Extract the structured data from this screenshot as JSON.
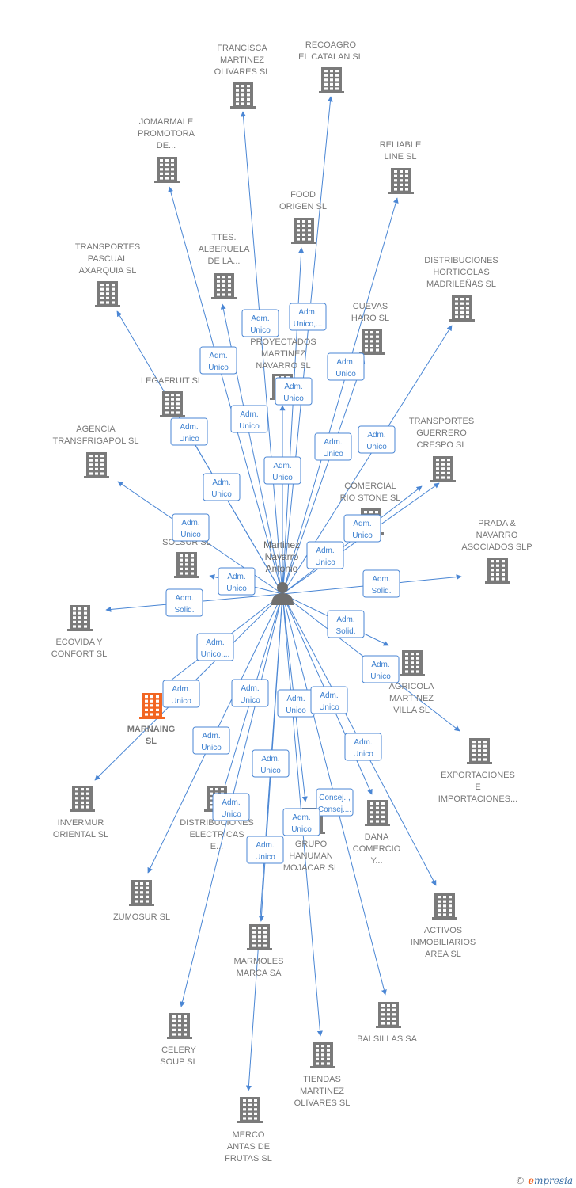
{
  "colors": {
    "edge": "#4a86d4",
    "building": "#7a7a7a",
    "highlight": "#f26522",
    "person": "#6f6f6f"
  },
  "person": {
    "lines": [
      "Martinez",
      "Navarro",
      "Antonio"
    ],
    "icon": "person-icon"
  },
  "companies": [
    {
      "id": "francisca",
      "lines": [
        "FRANCISCA",
        "MARTINEZ",
        "OLIVARES SL"
      ]
    },
    {
      "id": "recoagro",
      "lines": [
        "RECOAGRO",
        "EL CATALAN SL"
      ]
    },
    {
      "id": "jomarmale",
      "lines": [
        "JOMARMALE",
        "PROMOTORA",
        "DE..."
      ]
    },
    {
      "id": "reliable",
      "lines": [
        "RELIABLE",
        "LINE SL"
      ]
    },
    {
      "id": "food",
      "lines": [
        "FOOD",
        "ORIGEN  SL"
      ]
    },
    {
      "id": "transportes-pascual",
      "lines": [
        "TRANSPORTES",
        "PASCUAL",
        "AXARQUIA SL"
      ]
    },
    {
      "id": "ttes",
      "lines": [
        "TTES.",
        "ALBERUELA",
        "DE LA..."
      ]
    },
    {
      "id": "distribuciones-horticolas",
      "lines": [
        "DISTRIBUCIONES",
        "HORTICOLAS",
        "MADRILEÑAS SL"
      ]
    },
    {
      "id": "cuevas",
      "lines": [
        "CUEVAS",
        "HARO SL"
      ]
    },
    {
      "id": "proyectados",
      "lines": [
        "PROYECTADOS",
        "MARTINEZ",
        "NAVARRO SL"
      ]
    },
    {
      "id": "legafruit",
      "lines": [
        "LEGAFRUIT SL"
      ]
    },
    {
      "id": "agencia",
      "lines": [
        "AGENCIA",
        "TRANSFRIGAPOL SL"
      ]
    },
    {
      "id": "transportes-guerrero",
      "lines": [
        "TRANSPORTES",
        "GUERRERO",
        "CRESPO SL"
      ]
    },
    {
      "id": "comercial",
      "lines": [
        "COMERCIAL",
        "RIO STONE SL"
      ]
    },
    {
      "id": "solsur",
      "lines": [
        "T...",
        "E...",
        "SOLSUR SL"
      ]
    },
    {
      "id": "prada",
      "lines": [
        "PRADA &",
        "NAVARRO",
        "ASOCIADOS SLP"
      ]
    },
    {
      "id": "ecovida",
      "lines": [
        "ECOVIDA Y",
        "CONFORT SL"
      ]
    },
    {
      "id": "agricola",
      "lines": [
        "AGRICOLA",
        "MARTINEZ",
        "VILLA SL"
      ]
    },
    {
      "id": "marnaing",
      "lines": [
        "MARNAING",
        "SL"
      ],
      "highlight": true
    },
    {
      "id": "exportaciones",
      "lines": [
        "EXPORTACIONES",
        "E",
        "IMPORTACIONES..."
      ]
    },
    {
      "id": "invermur",
      "lines": [
        "INVERMUR",
        "ORIENTAL SL"
      ]
    },
    {
      "id": "distribuciones-electricas",
      "lines": [
        "DISTRIBUCIONES",
        "ELECTRICAS",
        "E..."
      ]
    },
    {
      "id": "dana",
      "lines": [
        "DANA",
        "COMERCIO",
        "Y..."
      ]
    },
    {
      "id": "grupo",
      "lines": [
        "GRUPO",
        "HANUMAN",
        "MOJACAR SL"
      ]
    },
    {
      "id": "zumosur",
      "lines": [
        "ZUMOSUR SL"
      ]
    },
    {
      "id": "activos",
      "lines": [
        "ACTIVOS",
        "INMOBILIARIOS",
        "AREA SL"
      ]
    },
    {
      "id": "marmoles",
      "lines": [
        "MARMOLES",
        "MARCA SA"
      ]
    },
    {
      "id": "balsillas",
      "lines": [
        "BALSILLAS SA"
      ]
    },
    {
      "id": "celery",
      "lines": [
        "CELERY",
        "SOUP SL"
      ]
    },
    {
      "id": "tiendas",
      "lines": [
        "TIENDAS",
        "MARTINEZ",
        "OLIVARES SL"
      ]
    },
    {
      "id": "merco",
      "lines": [
        "MERCO",
        "ANTAS DE",
        "FRUTAS SL"
      ]
    }
  ],
  "relations": [
    {
      "to": "francisca",
      "lines": [
        "Adm.",
        "Unico"
      ]
    },
    {
      "to": "recoagro",
      "lines": [
        "Adm.",
        "Unico,..."
      ]
    },
    {
      "to": "jomarmale",
      "lines": [
        "Adm.",
        "Unico"
      ]
    },
    {
      "to": "reliable",
      "lines": [
        "Adm.",
        "Unico"
      ]
    },
    {
      "to": "food",
      "lines": [
        "Adm.",
        "Unico"
      ]
    },
    {
      "to": "transportes-pascual",
      "lines": [
        "Adm.",
        "Unico"
      ]
    },
    {
      "to": "ttes",
      "lines": [
        "Adm.",
        "Unico"
      ]
    },
    {
      "to": "distribuciones-horticolas",
      "lines": [
        "Adm.",
        "Unico"
      ]
    },
    {
      "to": "cuevas",
      "lines": [
        "Adm.",
        "Unico"
      ]
    },
    {
      "to": "proyectados",
      "lines": [
        "Adm.",
        "Unico"
      ]
    },
    {
      "to": "legafruit",
      "lines": [
        "Adm.",
        "Unico"
      ]
    },
    {
      "to": "agencia",
      "lines": [
        "Adm.",
        "Unico"
      ]
    },
    {
      "to": "comercial",
      "lines": [
        "Adm.",
        "Unico"
      ]
    },
    {
      "to": "transportes-guerrero",
      "lines": [
        "Adm.",
        "Unico"
      ]
    },
    {
      "to": "solsur",
      "lines": [
        "Adm.",
        "Unico"
      ]
    },
    {
      "to": "prada",
      "lines": [
        "Adm.",
        "Solid."
      ]
    },
    {
      "to": "ecovida",
      "lines": [
        "Adm.",
        "Solid."
      ]
    },
    {
      "to": "agricola",
      "lines": [
        "Adm.",
        "Solid."
      ]
    },
    {
      "to": "exportaciones",
      "lines": [
        "Adm.",
        "Unico"
      ]
    },
    {
      "to": "invermur",
      "lines": [
        "Adm.",
        "Unico,..."
      ]
    },
    {
      "to": "zumosur",
      "lines": [
        "Adm.",
        "Unico"
      ]
    },
    {
      "to": "celery",
      "lines": [
        "Adm.",
        "Unico"
      ]
    },
    {
      "to": "distribuciones-electricas",
      "lines": [
        "Adm.",
        "Unico"
      ]
    },
    {
      "to": "merco",
      "lines": [
        "Adm.",
        "Unico"
      ]
    },
    {
      "to": "marmoles",
      "lines": [
        "Adm.",
        "Unico"
      ]
    },
    {
      "to": "grupo",
      "lines": [
        "Adm.",
        "Unico"
      ]
    },
    {
      "to": "tiendas",
      "lines": [
        "Adm.",
        "Unico"
      ]
    },
    {
      "to": "dana",
      "lines": [
        "Consej. ,",
        "Consej...."
      ]
    },
    {
      "to": "balsillas",
      "lines": [
        "Adm.",
        "Unico"
      ]
    },
    {
      "to": "activos",
      "lines": [
        "Adm.",
        "Unico"
      ]
    },
    {
      "to": "marnaing",
      "lines": [
        "Adm.",
        "Unico"
      ]
    }
  ],
  "footer": {
    "copyright": "©",
    "brand_e": "e",
    "brand_rest": "mpresia"
  }
}
